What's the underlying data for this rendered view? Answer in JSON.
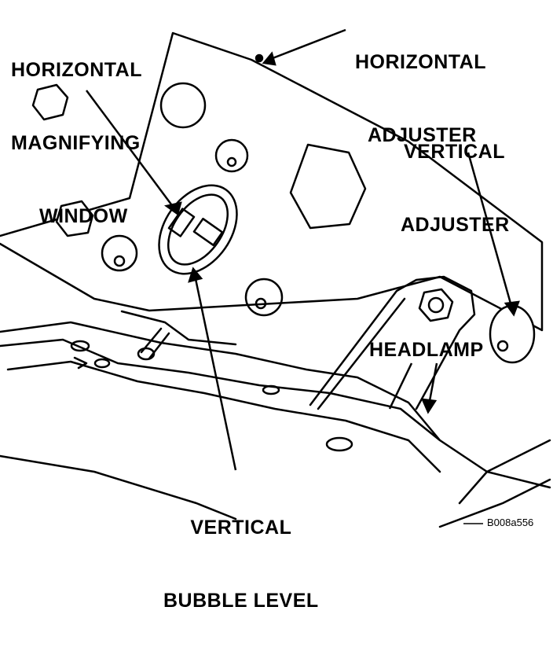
{
  "labels": {
    "horizontal_magnifying_window": [
      "HORIZONTAL",
      "MAGNIFYING",
      "WINDOW"
    ],
    "horizontal_adjuster": [
      "HORIZONTAL",
      "ADJUSTER"
    ],
    "vertical_adjuster": [
      "VERTICAL",
      "ADJUSTER"
    ],
    "headlamp": "HEADLAMP",
    "vertical_bubble_level": [
      "VERTICAL",
      "BUBBLE LEVEL"
    ]
  },
  "figure_code": "B008a556"
}
